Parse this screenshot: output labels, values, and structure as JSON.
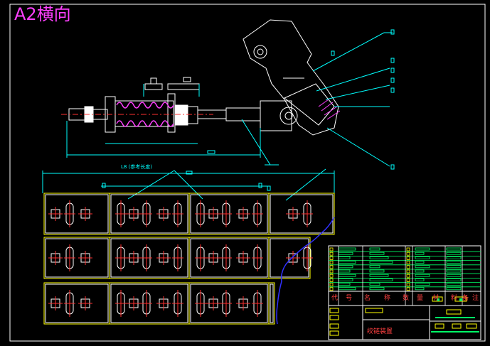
{
  "sheet": {
    "size_tag": "A2横向",
    "background": "#000000"
  },
  "colors": {
    "frame": "#ffffff",
    "outline": "#ffffff",
    "part_fill": "#ffffff",
    "section": "#ff40ff",
    "dimension": "#00ffff",
    "center_line": "#ff3030",
    "table_yellow": "#ffff00",
    "table_green": "#00ff66",
    "break_line": "#3030ff",
    "text_red": "#ff4040",
    "text_green": "#00ff00",
    "text_cyan": "#00ffff"
  },
  "assembly_view": {
    "dimension_label": "L8 (参考长度)"
  },
  "title_block": {
    "parts_header": [
      "代",
      "号",
      "名",
      "称",
      "数",
      "量",
      "材",
      "料",
      "备",
      "注"
    ],
    "drawing_name": "绞链装置"
  }
}
